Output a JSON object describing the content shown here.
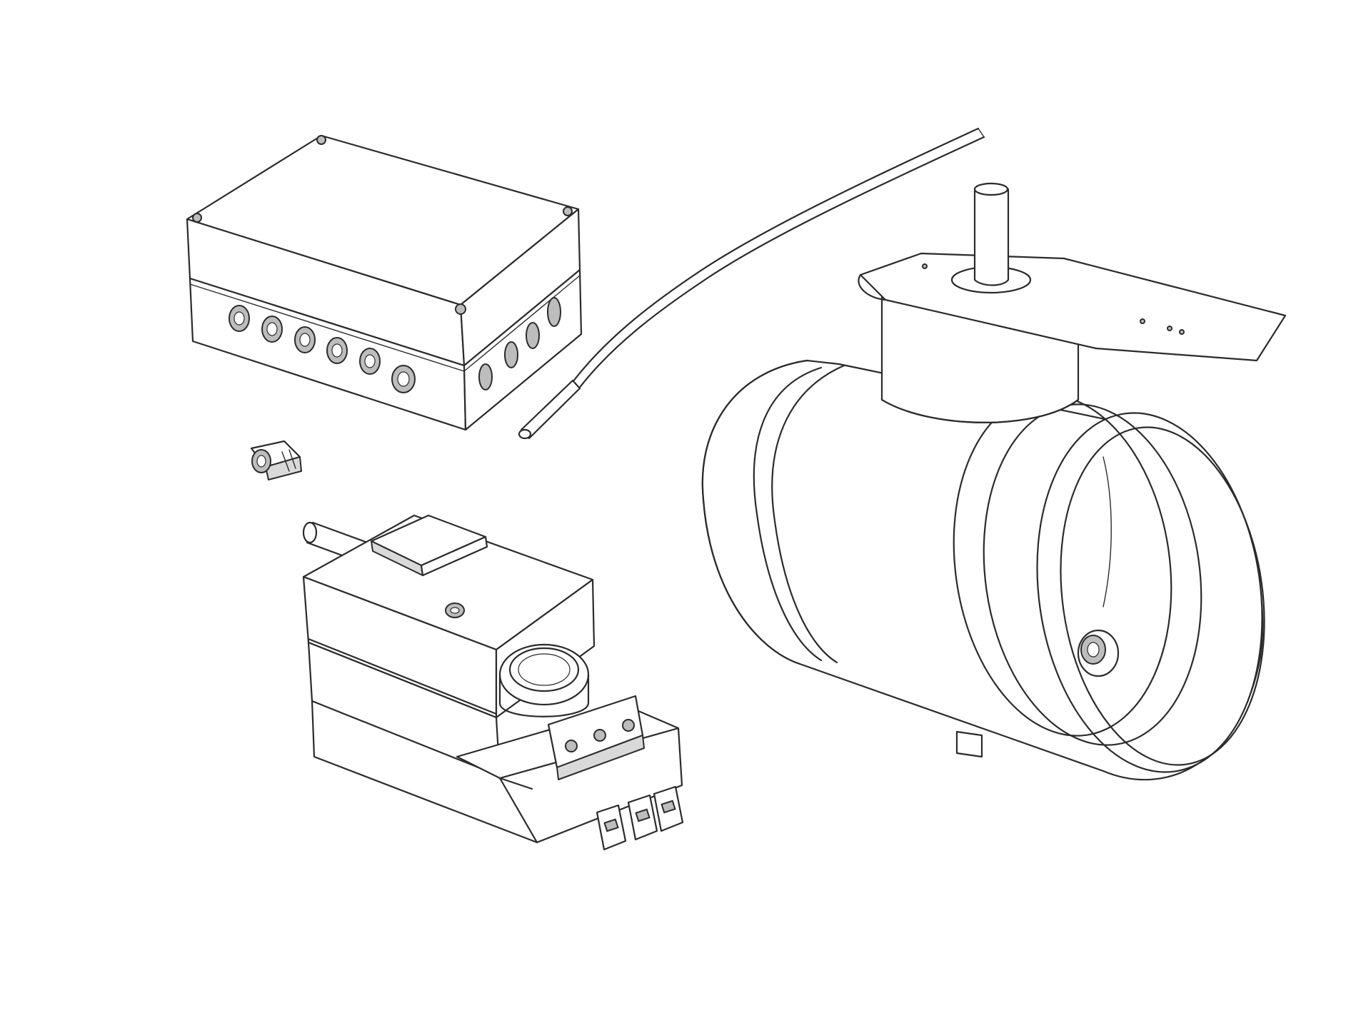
{
  "figure": {
    "background": "#ffffff",
    "line_color": "#2b2b2b",
    "components": [
      "junction-box",
      "cable-gland",
      "temperature-sensor",
      "damper-actuator",
      "duct-damper"
    ]
  }
}
